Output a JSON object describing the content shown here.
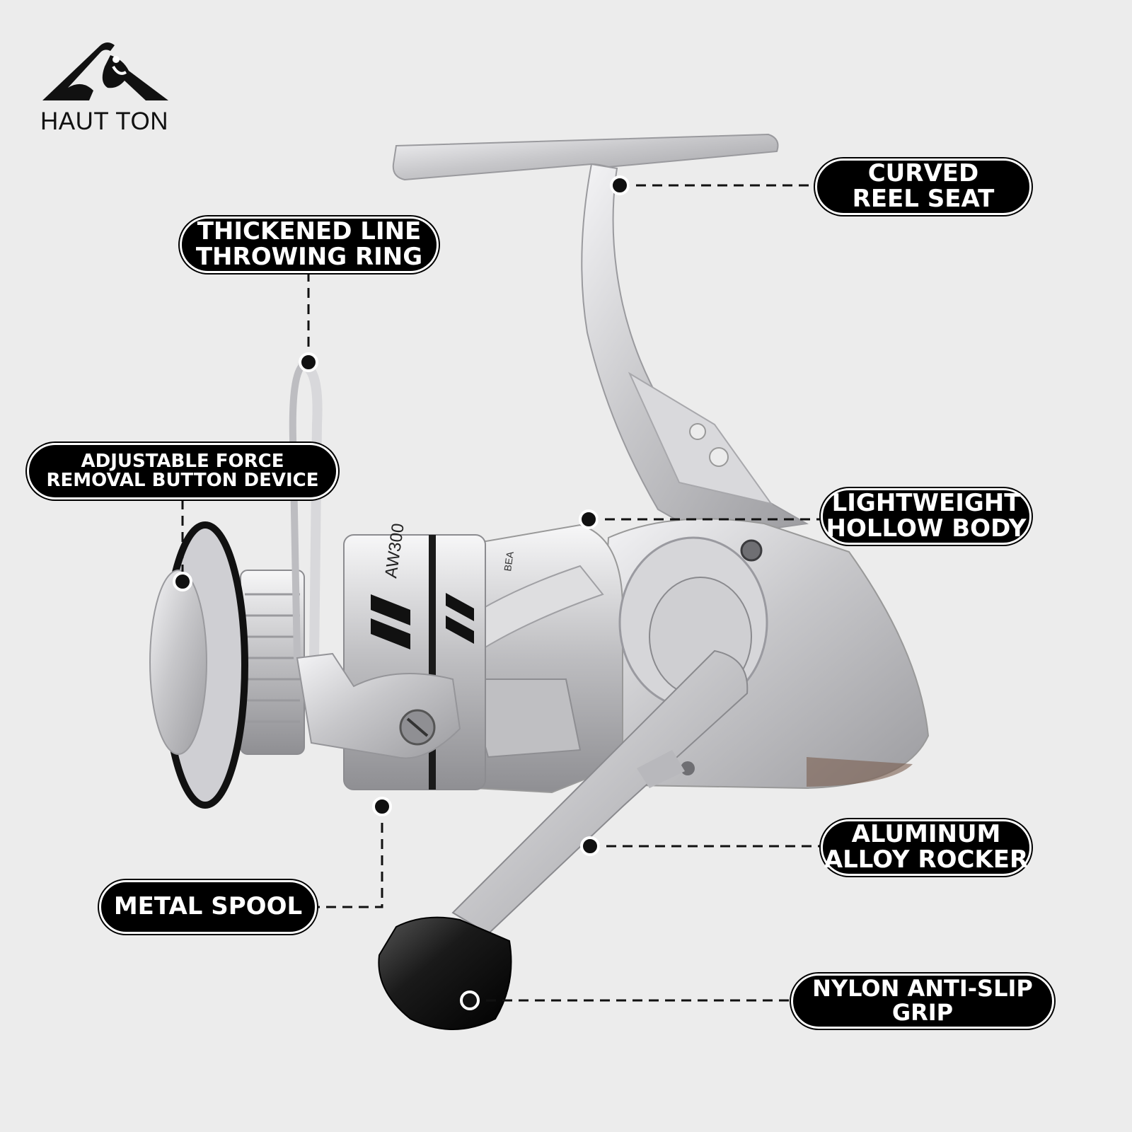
{
  "brand": {
    "name": "HAUT TON",
    "logo_icon": "mountain-fish-logo-icon"
  },
  "product": {
    "model_marking": "AW300",
    "marking_small": "BEA"
  },
  "callouts": {
    "curved_reel_seat": {
      "line1": "CURVED",
      "line2": "REEL SEAT"
    },
    "line_throwing_ring": {
      "line1": "THICKENED LINE",
      "line2": "THROWING RING"
    },
    "force_removal_button": {
      "line1": "ADJUSTABLE FORCE",
      "line2": "REMOVAL BUTTON DEVICE"
    },
    "hollow_body": {
      "line1": "LIGHTWEIGHT",
      "line2": "HOLLOW BODY"
    },
    "alloy_rocker": {
      "line1": "ALUMINUM",
      "line2": "ALLOY ROCKER"
    },
    "metal_spool": {
      "line1": "METAL SPOOL"
    },
    "anti_slip_grip": {
      "line1": "NYLON ANTI-SLIP",
      "line2": "GRIP"
    }
  },
  "colors": {
    "background": "#ececec",
    "pill": "#000000",
    "reel_silver": "#c9c9cb",
    "knob": "#111111"
  }
}
